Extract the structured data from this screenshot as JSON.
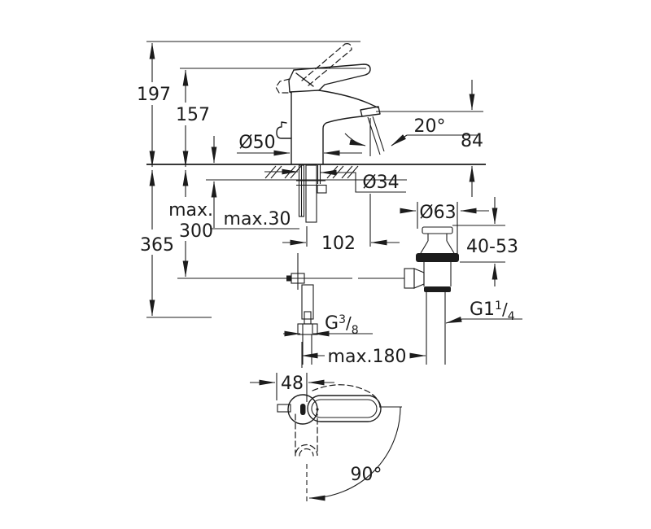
{
  "figure": {
    "type": "technical-dimension-drawing",
    "subject": "single-lever basin mixer faucet with pop-up waste, side view, below-deck installation and handle top view",
    "units": "mm",
    "line_color": "#1c1c1c",
    "background_color": "#ffffff"
  },
  "dimensions": {
    "total_height": "197",
    "lever_top_height": "157",
    "outlet_height": "84",
    "stream_angle": "20°",
    "body_base_diameter": "Ø50",
    "mounting_hole_diameter": "Ø34",
    "max_deck_thickness": "max.30",
    "spout_projection": "102",
    "below_deck_depth": "365",
    "max_hose_length_line1": "max.",
    "max_hose_length_line2": "300",
    "waste_flange_diameter": "Ø63",
    "basin_thickness_range": "40-53",
    "max_rod_reach": "max.180",
    "handle_width": "48",
    "handle_swivel_angle": "90°",
    "waste_thread": {
      "base": "G1",
      "sup": "1",
      "slash": "/",
      "sub": "4"
    },
    "supply_thread": {
      "base": "G",
      "sup": "3",
      "slash": "/",
      "sub": "8"
    }
  }
}
